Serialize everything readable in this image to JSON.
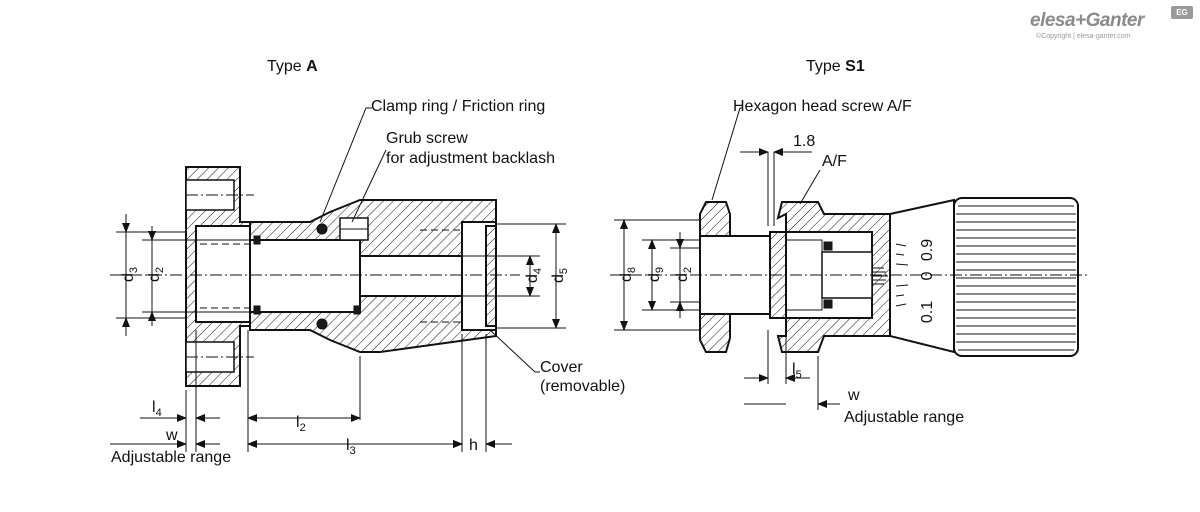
{
  "brand": {
    "logo_text": "elesa+Ganter",
    "copyright": "©Copyright | elesa-ganter.com",
    "badge": "EG"
  },
  "type_a": {
    "title_prefix": "Type ",
    "title_code": "A",
    "label_clamp": "Clamp ring / Friction ring",
    "label_grub_1": "Grub screw",
    "label_grub_2": "for adjustment backlash",
    "label_cover_1": "Cover",
    "label_cover_2": "(removable)",
    "label_adjust": "Adjustable range",
    "dims": {
      "d3": "d",
      "d3_sub": "3",
      "d2": "d",
      "d2_sub": "2",
      "d4": "d",
      "d4_sub": "4",
      "d5": "d",
      "d5_sub": "5",
      "l4": "l",
      "l4_sub": "4",
      "l2": "l",
      "l2_sub": "2",
      "l3": "l",
      "l3_sub": "3",
      "w": "w",
      "h": "h"
    }
  },
  "type_s1": {
    "title_prefix": "Type ",
    "title_code": "S1",
    "label_hex": "Hexagon head screw A/F",
    "label_dim18": "1.8",
    "label_af": "A/F",
    "label_adjust": "Adjustable range",
    "dims": {
      "d8": "d",
      "d8_sub": "8",
      "d9": "d",
      "d9_sub": "9",
      "d2": "d",
      "d2_sub": "2",
      "l5": "l",
      "l5_sub": "5",
      "w": "w"
    },
    "scale": [
      "0.9",
      "0",
      "0.1"
    ]
  }
}
